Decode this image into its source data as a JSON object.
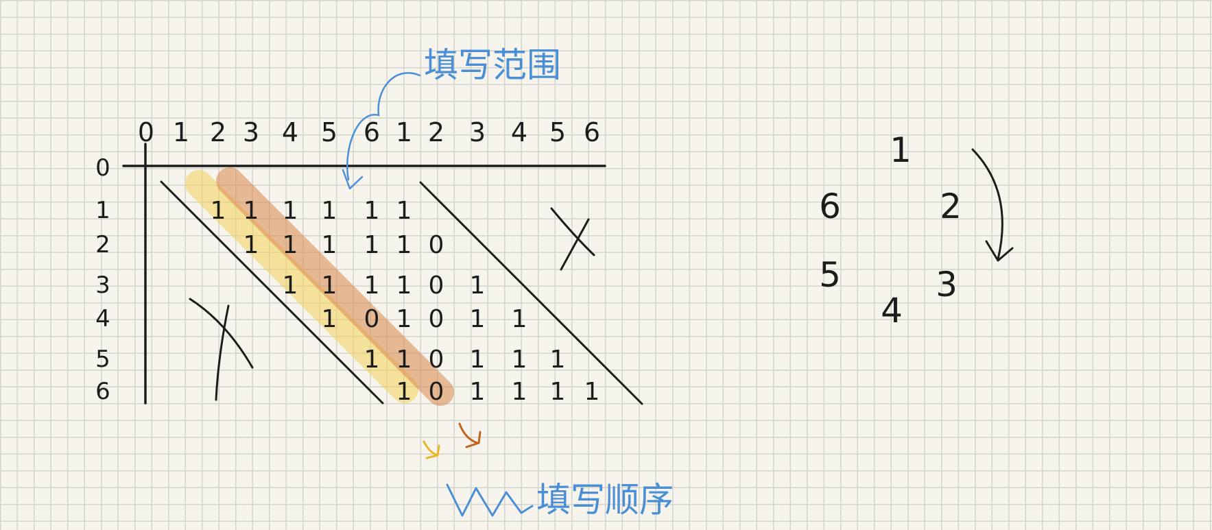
{
  "diagram": {
    "column_headers": [
      "0",
      "1",
      "2",
      "3",
      "4",
      "5",
      "6",
      "1",
      "2",
      "3",
      "4",
      "5",
      "6"
    ],
    "row_headers": [
      "0",
      "1",
      "2",
      "3",
      "4",
      "5",
      "6"
    ],
    "cells": [
      {
        "row": 1,
        "col": 2,
        "v": "1"
      },
      {
        "row": 1,
        "col": 3,
        "v": "1"
      },
      {
        "row": 1,
        "col": 4,
        "v": "1"
      },
      {
        "row": 1,
        "col": 5,
        "v": "1"
      },
      {
        "row": 1,
        "col": 6,
        "v": "1"
      },
      {
        "row": 1,
        "col": 7,
        "v": "1"
      },
      {
        "row": 2,
        "col": 3,
        "v": "1"
      },
      {
        "row": 2,
        "col": 4,
        "v": "1"
      },
      {
        "row": 2,
        "col": 5,
        "v": "1"
      },
      {
        "row": 2,
        "col": 6,
        "v": "1"
      },
      {
        "row": 2,
        "col": 7,
        "v": "1"
      },
      {
        "row": 2,
        "col": 8,
        "v": "0"
      },
      {
        "row": 3,
        "col": 4,
        "v": "1"
      },
      {
        "row": 3,
        "col": 5,
        "v": "1"
      },
      {
        "row": 3,
        "col": 6,
        "v": "1"
      },
      {
        "row": 3,
        "col": 7,
        "v": "1"
      },
      {
        "row": 3,
        "col": 8,
        "v": "0"
      },
      {
        "row": 3,
        "col": 9,
        "v": "1"
      },
      {
        "row": 4,
        "col": 5,
        "v": "1"
      },
      {
        "row": 4,
        "col": 6,
        "v": "0"
      },
      {
        "row": 4,
        "col": 7,
        "v": "1"
      },
      {
        "row": 4,
        "col": 8,
        "v": "0"
      },
      {
        "row": 4,
        "col": 9,
        "v": "1"
      },
      {
        "row": 4,
        "col": 10,
        "v": "1"
      },
      {
        "row": 5,
        "col": 6,
        "v": "1"
      },
      {
        "row": 5,
        "col": 7,
        "v": "1"
      },
      {
        "row": 5,
        "col": 8,
        "v": "0"
      },
      {
        "row": 5,
        "col": 9,
        "v": "1"
      },
      {
        "row": 5,
        "col": 10,
        "v": "1"
      },
      {
        "row": 5,
        "col": 11,
        "v": "1"
      },
      {
        "row": 6,
        "col": 7,
        "v": "1"
      },
      {
        "row": 6,
        "col": 8,
        "v": "0"
      },
      {
        "row": 6,
        "col": 9,
        "v": "1"
      },
      {
        "row": 6,
        "col": 10,
        "v": "1"
      },
      {
        "row": 6,
        "col": 11,
        "v": "1"
      },
      {
        "row": 6,
        "col": 12,
        "v": "1"
      }
    ],
    "excluded_marks": [
      "X",
      "X"
    ],
    "fill_range_label": "填写范围",
    "fill_order_label": "填写顺序",
    "circle_numbers": [
      "1",
      "2",
      "3",
      "4",
      "5",
      "6"
    ],
    "colors": {
      "ink": "#1c1c1c",
      "annotation_blue": "#4a8fd6",
      "highlight_yellow": "#f3d25a",
      "highlight_orange": "#d9894e",
      "arrow_yellow": "#e9b52a",
      "arrow_orange": "#c4621e",
      "paper": "#f6f4ec",
      "grid": "#d4d3cc"
    }
  }
}
